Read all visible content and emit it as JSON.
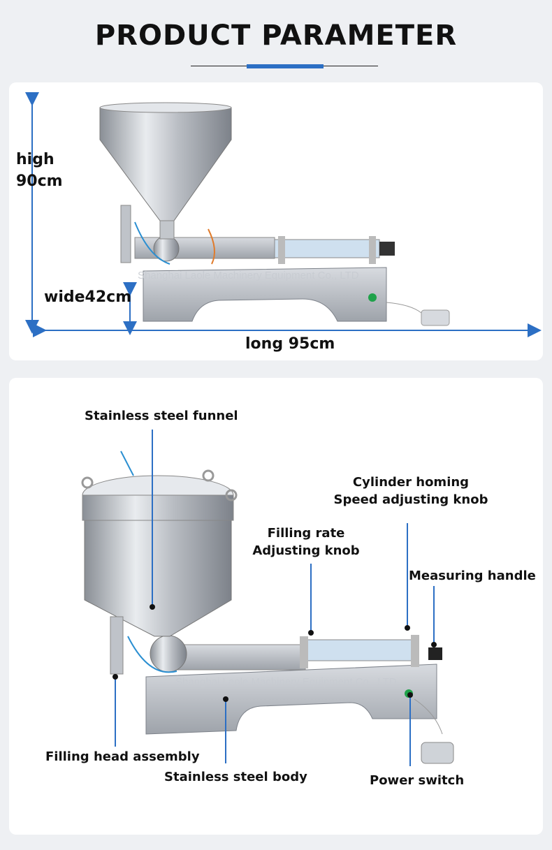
{
  "header": {
    "title": "PRODUCT PARAMETER"
  },
  "dimensions": {
    "height_label_line1": "high",
    "height_label_line2": "90cm",
    "width_label": "wide42cm",
    "length_label": "long 95cm"
  },
  "watermark": "Shanghai Laole Machinery Equipment Co., LTD",
  "parts": {
    "funnel": "Stainless steel funnel",
    "cylinder_line1": "Cylinder homing",
    "cylinder_line2": "Speed adjusting knob",
    "filling_rate_line1": "Filling rate",
    "filling_rate_line2": "Adjusting knob",
    "measuring_handle": "Measuring handle",
    "filling_head": "Filling head assembly",
    "body": "Stainless steel body",
    "power_switch": "Power switch"
  },
  "colors": {
    "accent": "#2c6fc4",
    "background": "#eef0f3",
    "card": "#ffffff"
  }
}
